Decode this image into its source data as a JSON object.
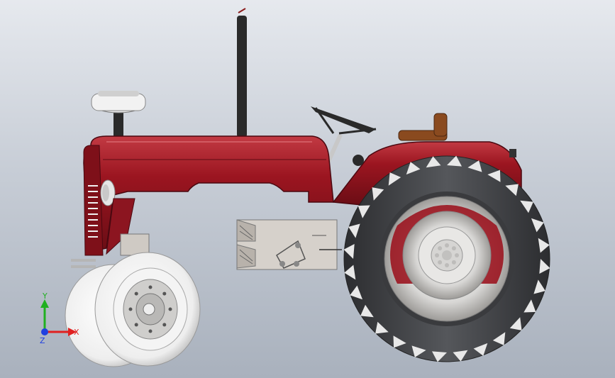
{
  "viewport": {
    "background_top": "#e6e9ee",
    "background_bottom": "#a9b1bd"
  },
  "model": {
    "body_color": "#9b1520",
    "body_highlight": "#c23a43",
    "body_shadow": "#5e0b12",
    "tire_color": "#3b3c3f",
    "rim_color": "#d8d7d5",
    "front_tire_color": "#f2f2f2",
    "engine_block_color": "#cfcac4",
    "seat_color": "#8a4a1f",
    "exhaust_color": "#2a2a2a"
  },
  "triad": {
    "x_label": "X",
    "y_label": "Y",
    "z_label": "Z",
    "x_color": "#e02020",
    "y_color": "#20b020",
    "z_color": "#2040e0"
  }
}
